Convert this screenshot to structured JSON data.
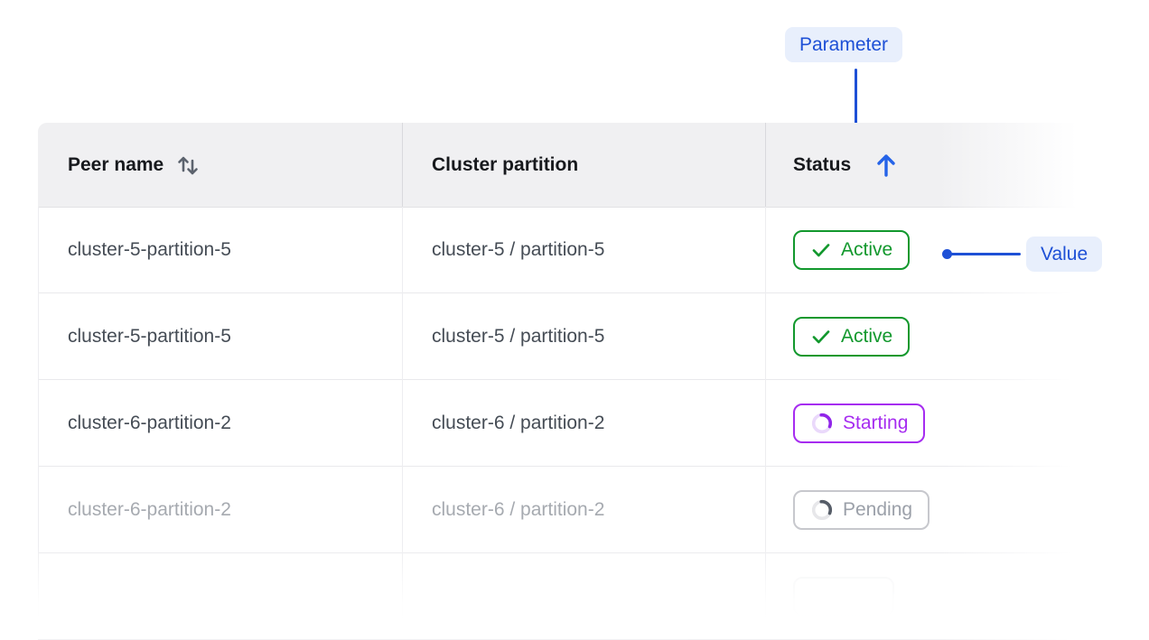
{
  "annotations": {
    "parameter_label": "Parameter",
    "value_label": "Value",
    "accent_blue": "#1e50d6",
    "pill_background": "#e8effc"
  },
  "table": {
    "columns": [
      {
        "label": "Peer name",
        "sort": "sortable-unsorted",
        "sort_icon": "up-down-arrows"
      },
      {
        "label": "Cluster partition",
        "sort": "none",
        "sort_icon": ""
      },
      {
        "label": "Status",
        "sort": "ascending",
        "sort_icon": "up-arrow"
      }
    ],
    "rows": [
      {
        "peer_name": "cluster-5-partition-5",
        "cluster_partition": "cluster-5 / partition-5",
        "status": "Active",
        "status_kind": "active",
        "faded": false,
        "ghost": false
      },
      {
        "peer_name": "cluster-5-partition-5",
        "cluster_partition": "cluster-5 / partition-5",
        "status": "Active",
        "status_kind": "active",
        "faded": false,
        "ghost": false
      },
      {
        "peer_name": "cluster-6-partition-2",
        "cluster_partition": "cluster-6 / partition-2",
        "status": "Starting",
        "status_kind": "starting",
        "faded": false,
        "ghost": false
      },
      {
        "peer_name": "cluster-6-partition-2",
        "cluster_partition": "cluster-6 / partition-2",
        "status": "Pending",
        "status_kind": "pending",
        "faded": true,
        "ghost": false
      },
      {
        "peer_name": "",
        "cluster_partition": "",
        "status": "",
        "status_kind": "ghost",
        "faded": true,
        "ghost": true
      }
    ],
    "status_colors": {
      "active_green": "#12982d",
      "starting_purple": "#a62cf0",
      "pending_gray": "#9ba0a9"
    }
  }
}
